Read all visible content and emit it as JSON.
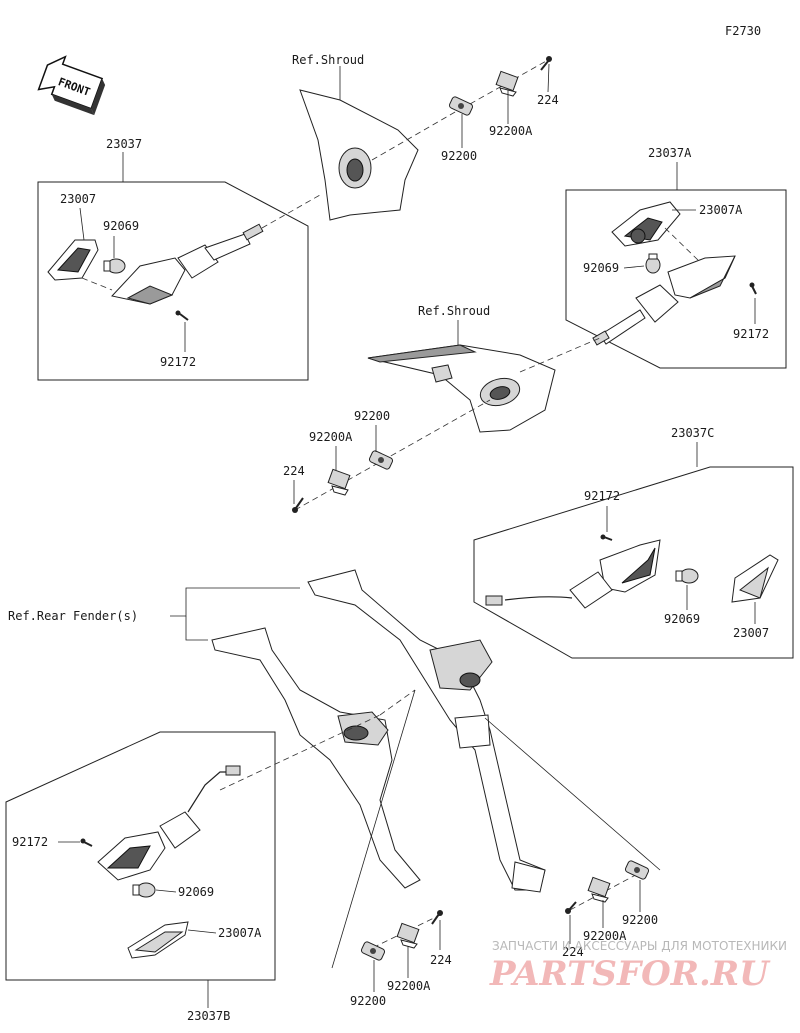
{
  "diagram_code": "F2730",
  "front_label": "FRONT",
  "labels": {
    "ref_shroud_top": "Ref.Shroud",
    "ref_shroud_mid": "Ref.Shroud",
    "ref_rear_fender": "Ref.Rear Fender(s)",
    "a_23037": "23037",
    "a_23007": "23007",
    "a_92069": "92069",
    "a_92172": "92172",
    "b_92200": "92200",
    "b_92200A": "92200A",
    "b_224": "224",
    "c_23037A": "23037A",
    "c_23007A": "23007A",
    "c_92069": "92069",
    "c_92172": "92172",
    "d_92200": "92200",
    "d_92200A": "92200A",
    "d_224": "224",
    "e_23037C": "23037C",
    "e_92172": "92172",
    "e_92069": "92069",
    "e_23007": "23007",
    "f_92172": "92172",
    "f_92069": "92069",
    "f_23007A": "23007A",
    "f_23037B": "23037B",
    "g_224": "224",
    "g_92200A": "92200A",
    "g_92200": "92200",
    "h_224": "224",
    "h_92200A": "92200A",
    "h_92200": "92200"
  },
  "watermark": {
    "line1": "ЗАПЧАСТИ И АКСЕССУАРЫ ДЛЯ МОТОТЕХНИКИ",
    "line2": "PARTSFOR.RU"
  }
}
